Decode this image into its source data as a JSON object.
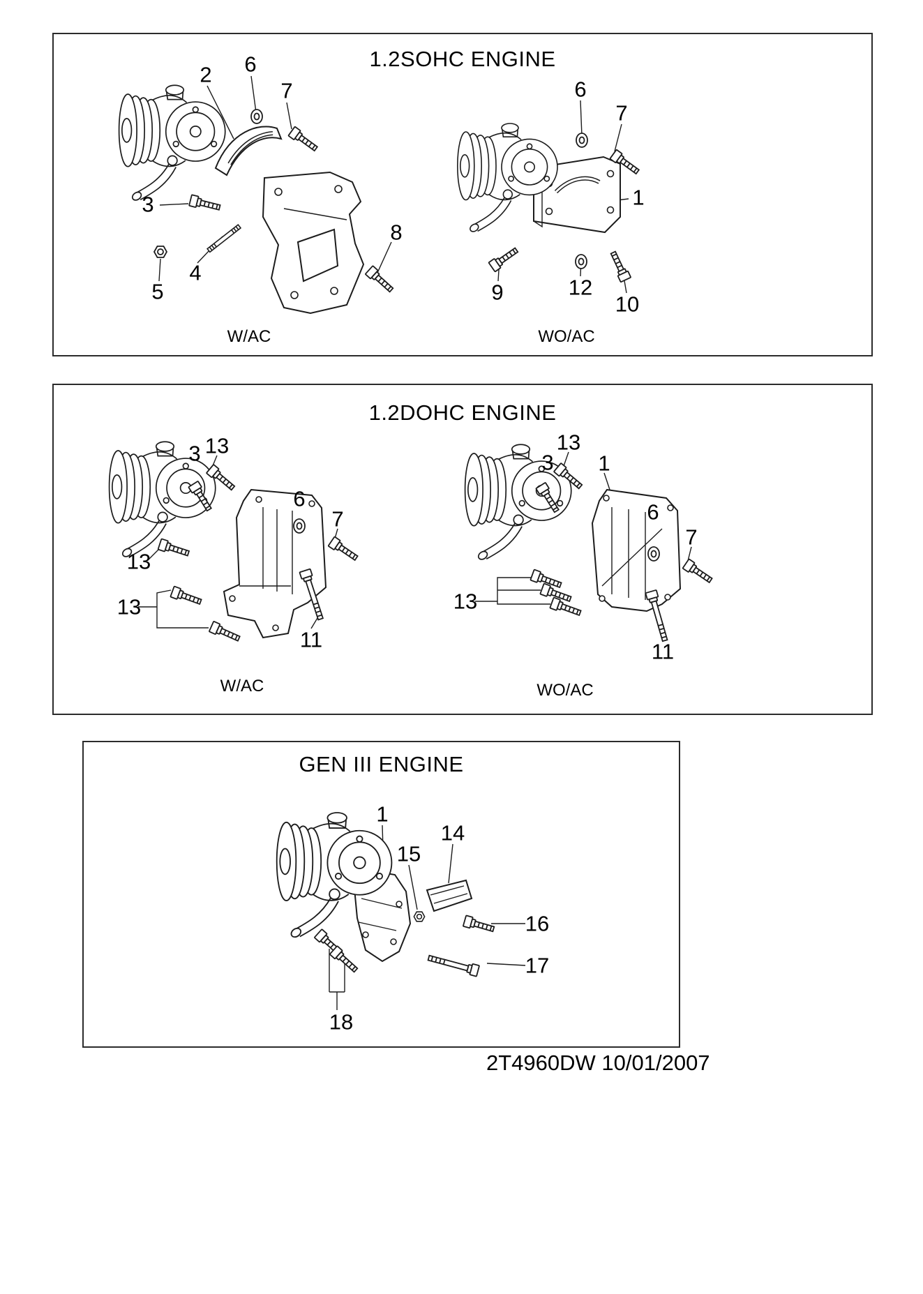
{
  "page": {
    "footer": "2T4960DW 10/01/2007",
    "background_color": "#ffffff",
    "line_color": "#1c1c1c"
  },
  "panels": [
    {
      "title": "1.2SOHC ENGINE",
      "captions": [
        "W/AC",
        "WO/AC"
      ],
      "callouts": [
        "2",
        "6",
        "7",
        "3",
        "4",
        "5",
        "8",
        "6",
        "7",
        "1",
        "9",
        "12",
        "10"
      ]
    },
    {
      "title": "1.2DOHC ENGINE",
      "captions": [
        "W/AC",
        "WO/AC"
      ],
      "callouts": [
        "3",
        "13",
        "6",
        "7",
        "13",
        "13",
        "11",
        "13",
        "3",
        "1",
        "6",
        "7",
        "13",
        "11"
      ]
    },
    {
      "title": "GEN III ENGINE",
      "captions": [],
      "callouts": [
        "1",
        "15",
        "14",
        "16",
        "17",
        "18"
      ]
    }
  ]
}
